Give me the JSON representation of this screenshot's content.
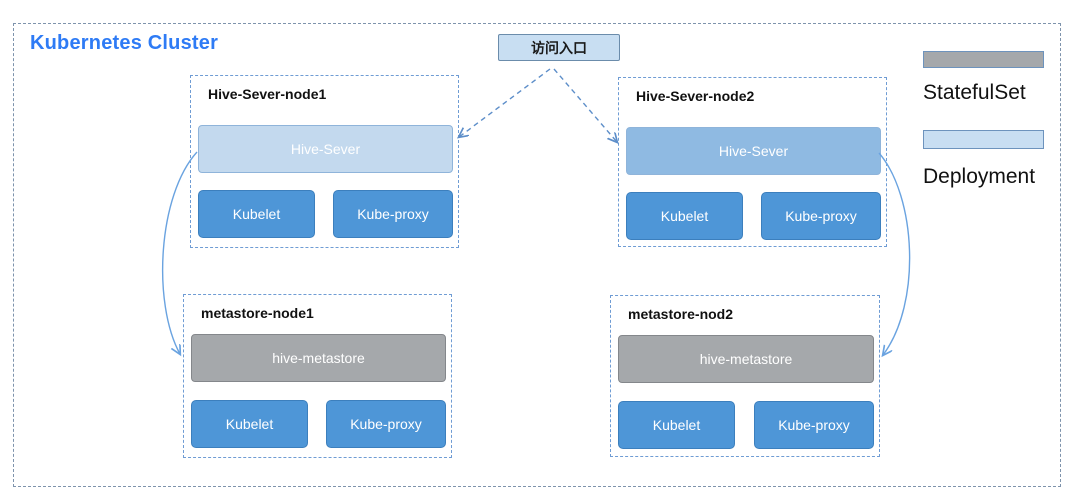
{
  "cluster": {
    "title": "Kubernetes Cluster"
  },
  "entry": {
    "label": "访问入口"
  },
  "legend": {
    "statefulset_label": "StatefulSet",
    "deployment_label": "Deployment"
  },
  "nodes": [
    {
      "title": "Hive-Sever-node1",
      "main_label": "Hive-Sever",
      "main_kind": "deployment",
      "pods": [
        "Kubelet",
        "Kube-proxy"
      ]
    },
    {
      "title": "Hive-Sever-node2",
      "main_label": "Hive-Sever",
      "main_kind": "deployment",
      "pods": [
        "Kubelet",
        "Kube-proxy"
      ]
    },
    {
      "title": "metastore-node1",
      "main_label": "hive-metastore",
      "main_kind": "statefulset",
      "pods": [
        "Kubelet",
        "Kube-proxy"
      ]
    },
    {
      "title": "metastore-nod2",
      "main_label": "hive-metastore",
      "main_kind": "statefulset",
      "pods": [
        "Kubelet",
        "Kube-proxy"
      ]
    }
  ],
  "colors": {
    "title_blue": "#2e7bf5",
    "entry_fill": "#c8def2",
    "entry_border": "#6b8cab",
    "deployment_light": "#c3d9ee",
    "deployment_medium": "#8fbae2",
    "box_border_light": "#8fb4da",
    "pod_blue": "#4e96d7",
    "pod_border": "#3c7fbd",
    "statefulset_gray": "#a5a8ab",
    "statefulset_border": "#84878b",
    "legend_border": "#6d93bd",
    "node_dash": "#6f9cd4",
    "outer_dash": "#7e93ac",
    "arrow_dashed": "#5d8ec9",
    "arrow_solid": "#6aa3e0"
  }
}
